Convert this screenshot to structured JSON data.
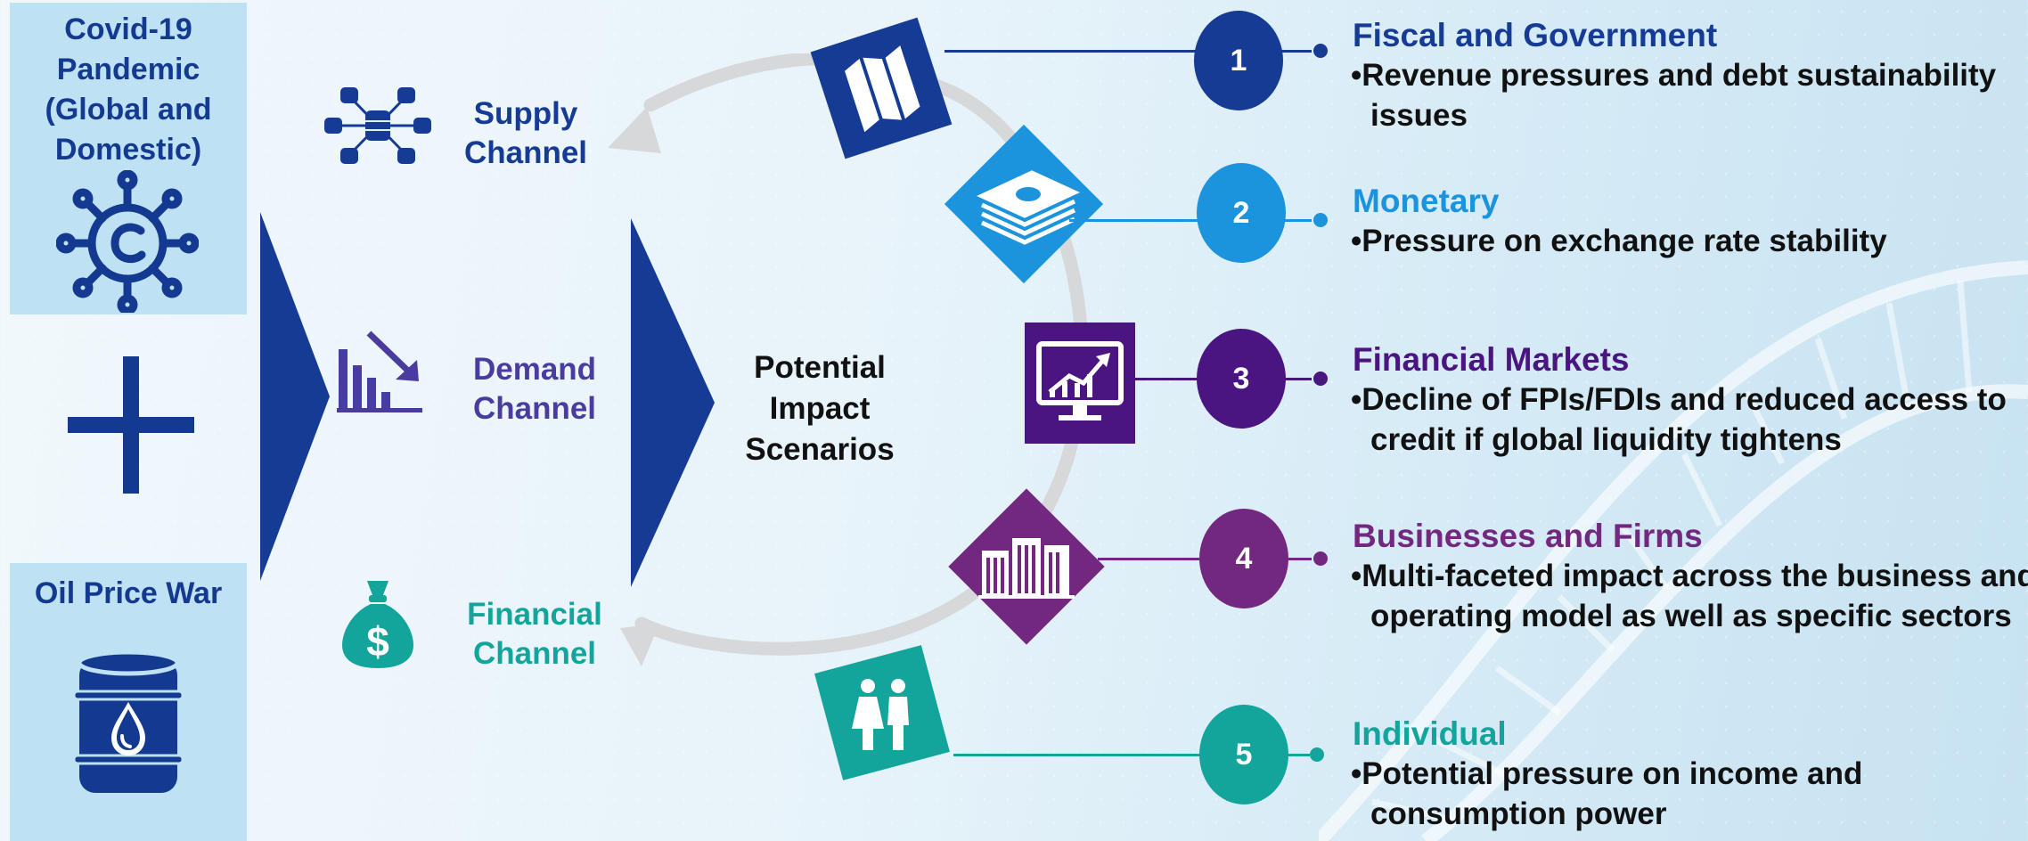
{
  "left_panels": {
    "top_title": "Covid-19 Pandemic (Global and Domestic)",
    "bottom_title": "Oil Price War",
    "top_icon": "virus-icon",
    "bottom_icon": "oil-barrel-icon",
    "plus_icon": "plus-icon"
  },
  "channels": {
    "supply": "Supply\nChannel",
    "demand": "Demand\nChannel",
    "financial": "Financial\nChannel"
  },
  "center_label": "Potential\nImpact\nScenarios",
  "scenarios": [
    {
      "number": "1",
      "title": "Fiscal and Government",
      "body": "•Revenue pressures and debt sustainability issues",
      "icon": "map-icon",
      "color": "#163b94"
    },
    {
      "number": "2",
      "title": "Monetary",
      "body": "•Pressure on exchange rate stability",
      "icon": "money-stack-icon",
      "color": "#1c93dd"
    },
    {
      "number": "3",
      "title": "Financial Markets",
      "body": "•Decline of FPIs/FDIs and reduced access to credit if global liquidity tightens",
      "icon": "monitor-chart-icon",
      "color": "#4a1580"
    },
    {
      "number": "4",
      "title": "Businesses and Firms",
      "body": "•Multi-faceted impact across the business and operating model as well as specific sectors",
      "icon": "buildings-icon",
      "color": "#73287f"
    },
    {
      "number": "5",
      "title": "Individual",
      "body": "•Potential pressure on income and consumption power",
      "icon": "people-icon",
      "color": "#13a59b"
    }
  ],
  "colors": {
    "navy": "#133a90",
    "demand_purple": "#4a3c9f",
    "teal": "#13a59b",
    "panel_bg": "#bfe1f4",
    "arrow_grey": "#d6d8da"
  }
}
